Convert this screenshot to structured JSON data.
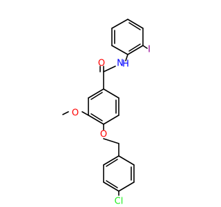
{
  "molecule": {
    "atoms": {
      "oxygen_carbonyl": "O",
      "nitrogen_amide": "N",
      "hydrogen_amide": "H",
      "iodine": "I",
      "oxygen_methoxy": "O",
      "oxygen_ether": "O",
      "chlorine": "Cl"
    },
    "colors": {
      "bond": "#000000",
      "oxygen": "#ff0000",
      "nitrogen": "#0000ff",
      "iodine": "#940094",
      "chlorine": "#1fef1f"
    }
  }
}
